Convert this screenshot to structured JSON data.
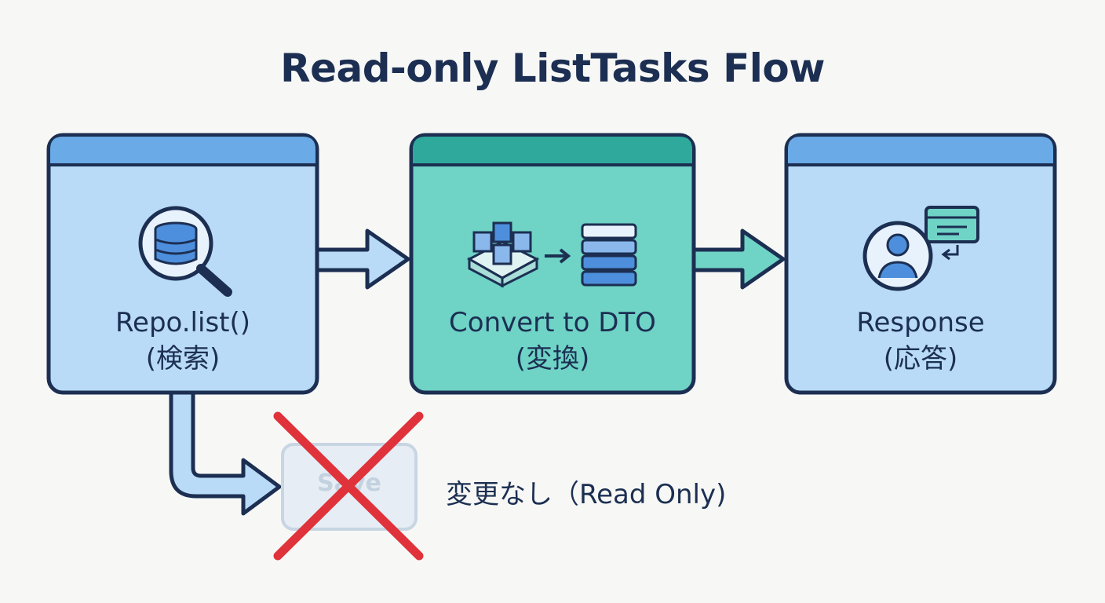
{
  "title": "Read-only ListTasks Flow",
  "steps": [
    {
      "name": "Repo.list()",
      "sub": "(検索)",
      "icon": "database-search-icon",
      "color": "#b9dbf7",
      "header_color": "#6aaae6"
    },
    {
      "name": "Convert to DTO",
      "sub": "(変換)",
      "icon": "convert-to-records-icon",
      "color": "#6fd3c6",
      "header_color": "#2fa99c"
    },
    {
      "name": "Response",
      "sub": "(応答)",
      "icon": "user-response-icon",
      "color": "#b9dbf7",
      "header_color": "#6aaae6"
    }
  ],
  "blocked": {
    "label": "Save",
    "note": "変更なし（Read Only)",
    "icon": "cross-out-icon",
    "color": "#e0323a"
  },
  "colors": {
    "outline": "#1c2f52",
    "arrow_fill": "#b9dbf7"
  }
}
